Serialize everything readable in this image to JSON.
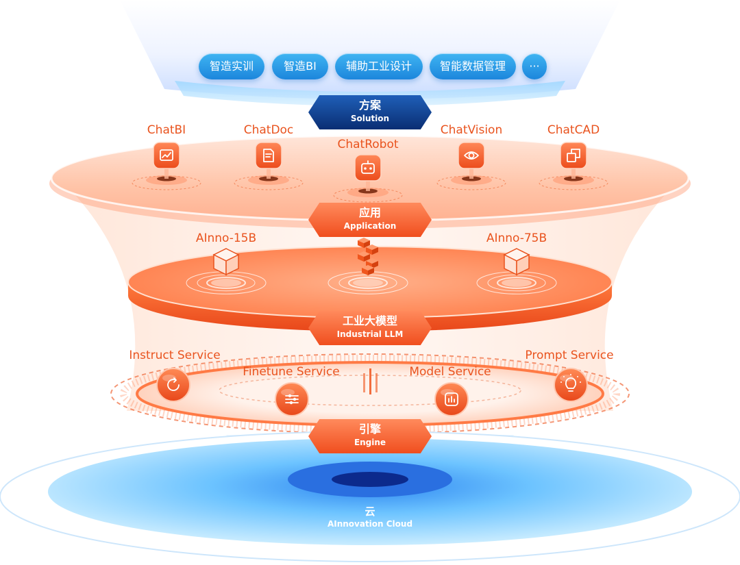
{
  "solution": {
    "title": "方案",
    "subtitle": "Solution",
    "items": [
      "智造实训",
      "智造BI",
      "辅助工业设计",
      "智能数据管理",
      "···"
    ]
  },
  "application": {
    "title": "应用",
    "subtitle": "Application",
    "items": [
      "ChatBI",
      "ChatDoc",
      "ChatRobot",
      "ChatVision",
      "ChatCAD"
    ]
  },
  "llm": {
    "title": "工业大模型",
    "subtitle": "Industrial LLM",
    "models": [
      "AInno-15B",
      "AInno-75B"
    ]
  },
  "engine": {
    "title": "引擎",
    "subtitle": "Engine",
    "services": [
      "Instruct Service",
      "Finetune Service",
      "Model Service",
      "Prompt Service"
    ]
  },
  "cloud": {
    "title": "云",
    "subtitle": "AInnovation Cloud"
  },
  "colors": {
    "orange": "#f0561e",
    "blue": "#1c86dc",
    "navy": "#0a2e73"
  },
  "icons": {
    "application": [
      "chart-icon",
      "document-icon",
      "robot-icon",
      "eye-icon",
      "cad-icon"
    ],
    "llm": [
      "cube-icon",
      "blocks-icon",
      "cube-icon"
    ],
    "engine": [
      "refresh-icon",
      "sliders-icon",
      "model-icon",
      "bulb-icon"
    ]
  }
}
